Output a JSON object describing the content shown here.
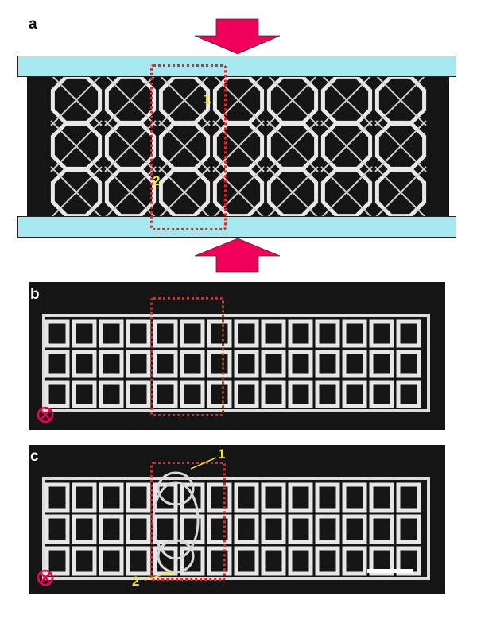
{
  "panels": {
    "a": {
      "label": "a",
      "annotations": [
        "1",
        "2"
      ]
    },
    "b": {
      "label": "b"
    },
    "c": {
      "label": "c",
      "annotations": [
        "1",
        "2"
      ]
    }
  },
  "colors": {
    "arrow": "#f0005a",
    "plate": "#a6e8ef",
    "highlight": "#ff1a1a",
    "annotation": "#f4e43a"
  }
}
